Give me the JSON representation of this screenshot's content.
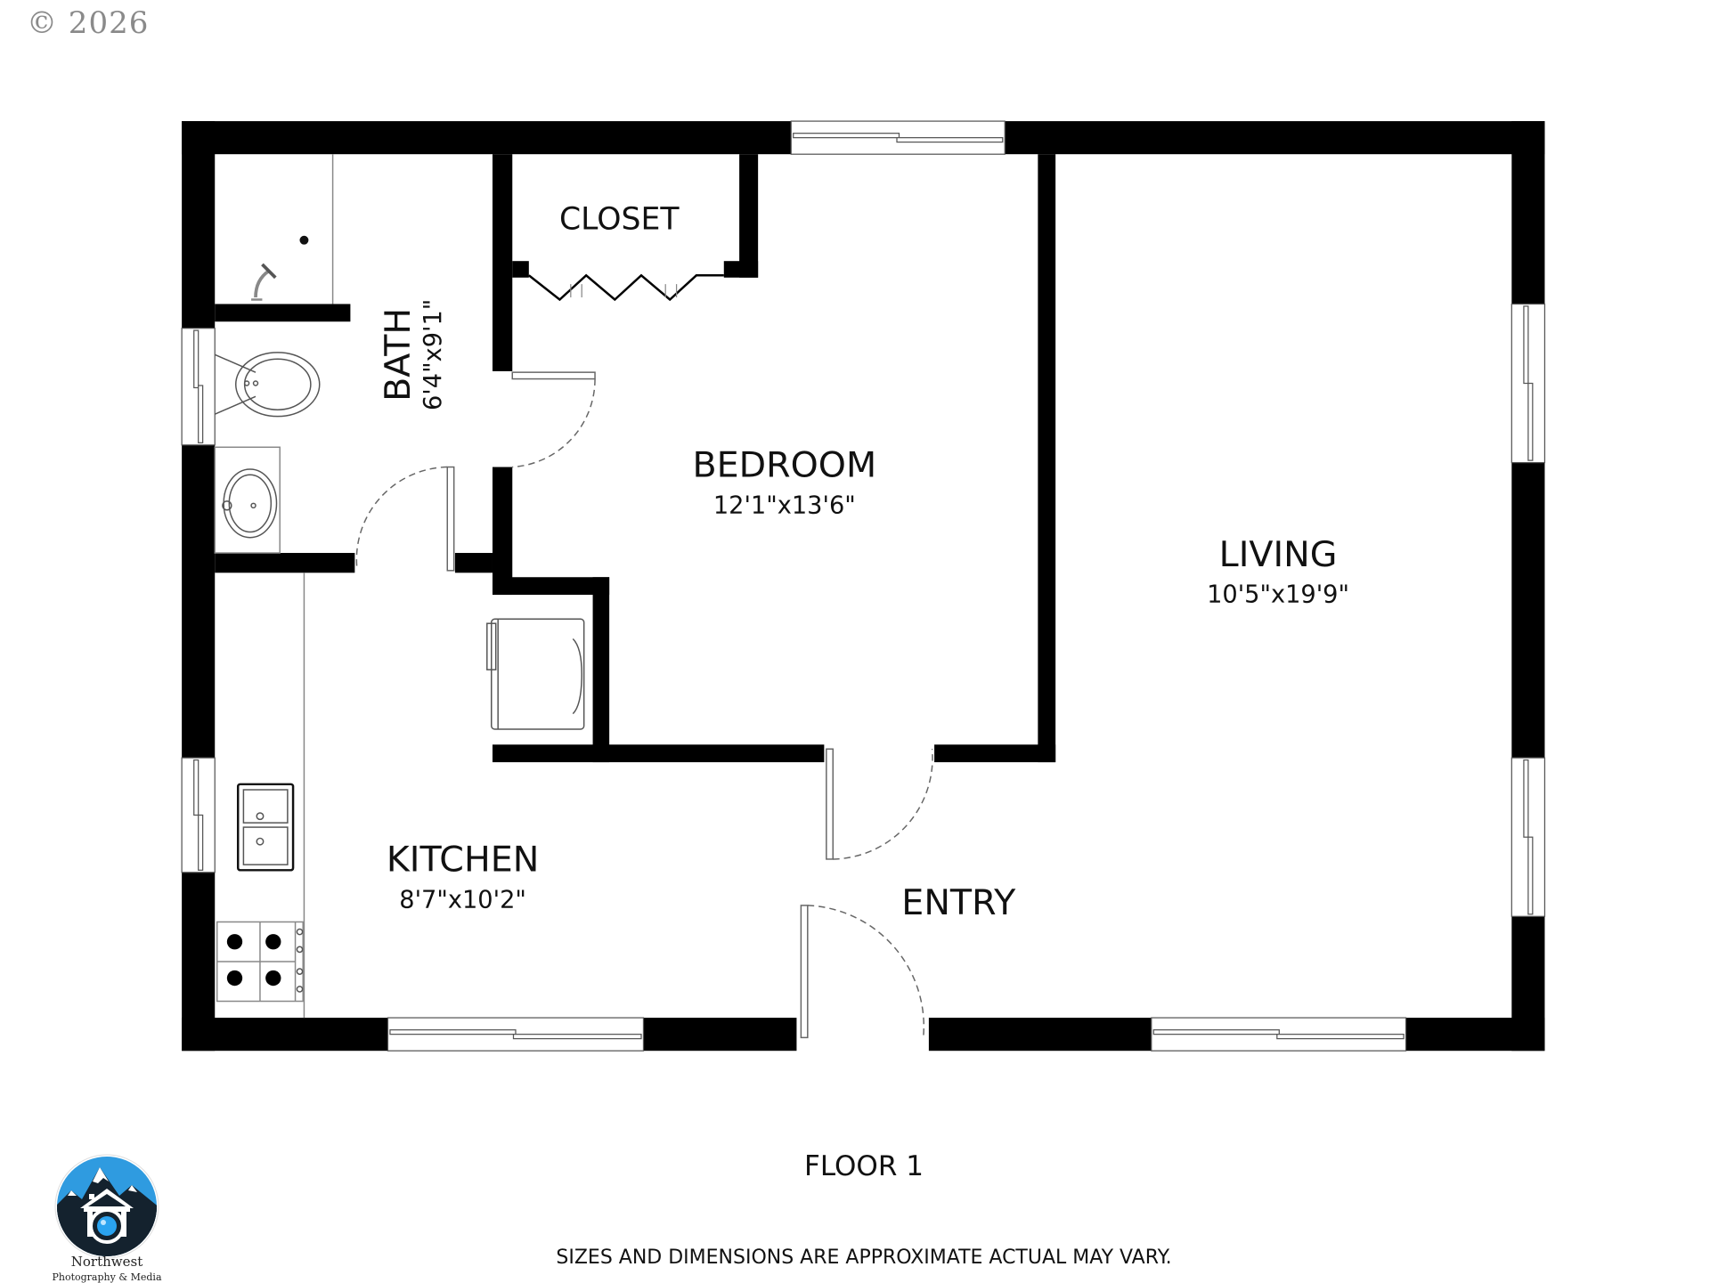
{
  "copyright": "© 2026",
  "floor": {
    "title": "FLOOR 1",
    "disclaimer": "SIZES AND DIMENSIONS ARE APPROXIMATE ACTUAL MAY VARY."
  },
  "rooms": [
    {
      "name": "CLOSET",
      "dims": ""
    },
    {
      "name": "BATH",
      "dims": "6'4\"x9'1\""
    },
    {
      "name": "BEDROOM",
      "dims": "12'1\"x13'6\""
    },
    {
      "name": "LIVING",
      "dims": "10'5\"x19'9\""
    },
    {
      "name": "KITCHEN",
      "dims": "8'7\"x10'2\""
    },
    {
      "name": "ENTRY",
      "dims": ""
    }
  ],
  "fixtures": [
    "shower",
    "toilet",
    "bathroom-sink",
    "washer-dryer",
    "kitchen-sink",
    "stove",
    "bifold-closet-door"
  ],
  "branding": {
    "company": "Northwest",
    "tagline": "Photography & Media",
    "colors": {
      "sky": "#2f9be0",
      "dark": "#14222e",
      "lens": "#2aa3f0"
    }
  },
  "colors": {
    "wall": "#000000",
    "background": "#ffffff",
    "fixture_line": "#555555",
    "copyright": "#8a8a8a"
  }
}
